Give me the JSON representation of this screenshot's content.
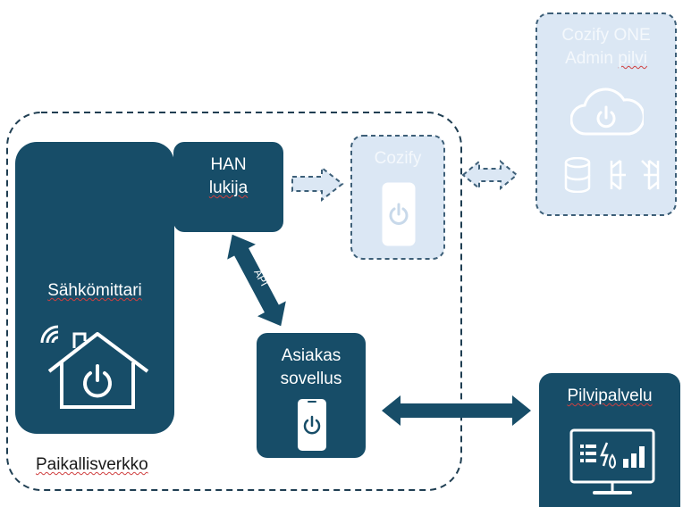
{
  "nodes": {
    "network": {
      "label": "Paikallisverkko"
    },
    "meter": {
      "label": "Sähkömittari"
    },
    "han": {
      "line1": "HAN",
      "line2": "lukija"
    },
    "cozify_device": {
      "label": "Cozify"
    },
    "cozify_cloud": {
      "line1": "Cozify ONE",
      "line2_a": "Admin",
      "line2_b": "pilvi"
    },
    "client_app": {
      "line1": "Asiakas",
      "line2": "sovellus"
    },
    "cloud_service": {
      "label": "Pilvipalvelu"
    }
  },
  "connections": {
    "han_client_label": "API"
  },
  "colors": {
    "dark_node": "#174d68",
    "faded_node": "#dbe7f4",
    "faded_border": "#3d5f78",
    "network_border": "#1f3e52"
  }
}
